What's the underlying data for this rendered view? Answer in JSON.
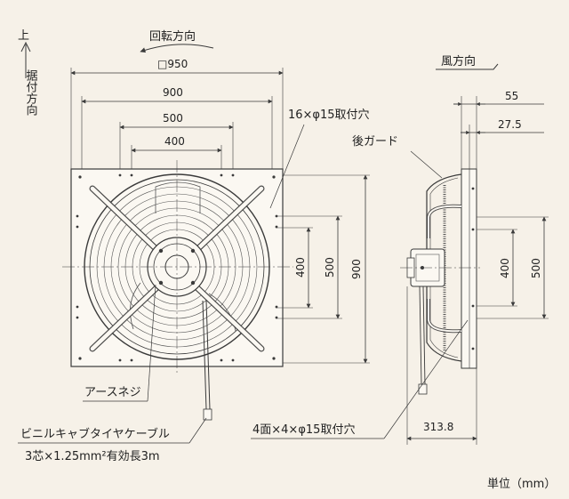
{
  "labels": {
    "up": "上",
    "install_direction": "据付方向",
    "rotation_direction": "回転方向",
    "wind_direction": "風方向",
    "square_950": "□950",
    "dim_900_top": "900",
    "dim_500_top": "500",
    "dim_400_top": "400",
    "dim_400_v": "400",
    "dim_500_v": "500",
    "dim_900_v": "900",
    "holes_16": "16×φ15取付穴",
    "rear_guard": "後ガード",
    "dim_55": "55",
    "dim_27_5": "27.5",
    "side_400": "400",
    "side_500": "500",
    "ground_screw": "アースネジ",
    "cable_type": "ビニルキャブタイヤケーブル",
    "cable_spec": "3芯×1.25mm²有効長3m",
    "holes_4x4": "4面×4×φ15取付穴",
    "dim_313_8": "313.8",
    "unit": "単位（mm）"
  },
  "colors": {
    "line": "#3a3a3a",
    "fill": "#fbf8f2",
    "background": "#f6f1e8"
  }
}
